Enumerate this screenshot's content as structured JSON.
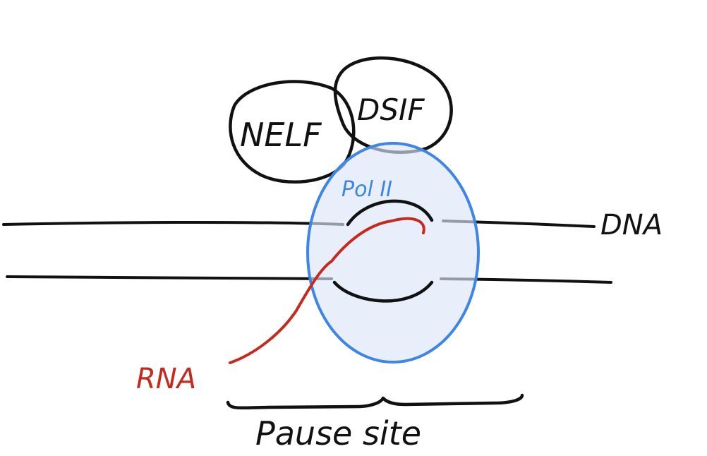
{
  "labels": {
    "nelf": "NELF",
    "dsif": "DSIF",
    "pol": "Pol II",
    "dna": "DNA",
    "rna": "RNA",
    "pause": "Pause site"
  },
  "colors": {
    "ink": "#111111",
    "pol_stroke": "#3d85e6",
    "pol_fill": "#e8eefb",
    "rna": "#c42a1e",
    "background": "#ffffff"
  }
}
